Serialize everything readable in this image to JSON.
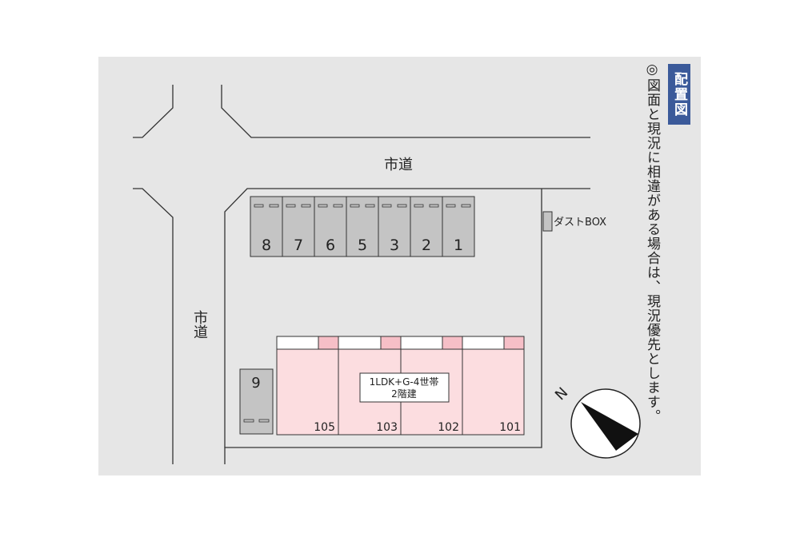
{
  "title_badge": "配置図",
  "notice": "◎図面と現況に相違がある場合は、現況優先とします。",
  "road_labels": {
    "horizontal": "市道",
    "vertical": "市道"
  },
  "dust_box": "ダストBOX",
  "parking_spaces": [
    "8",
    "7",
    "6",
    "5",
    "3",
    "2",
    "1"
  ],
  "separate_space": "9",
  "building": {
    "label_line1": "1LDK+G-4世帯",
    "label_line2": "2階建"
  },
  "units": [
    "105",
    "103",
    "102",
    "101"
  ],
  "compass": "N",
  "colors": {
    "background": "#e6e6e6",
    "building": "#fcdde0",
    "building_accent": "#f6bfc7",
    "parking": "#c4c4c4",
    "title_badge": "#3b5a9a"
  }
}
